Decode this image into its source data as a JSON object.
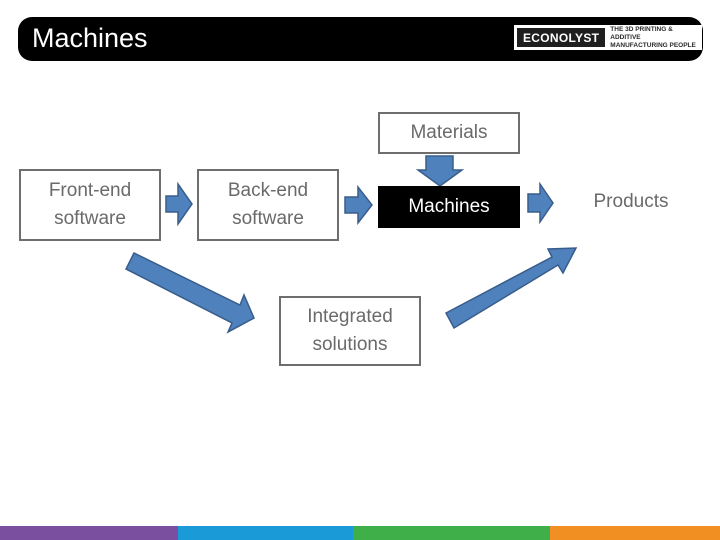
{
  "header": {
    "title": "Machines",
    "logo_word": "ECONOLYST",
    "logo_tagline_1": "THE 3D PRINTING & ADDITIVE",
    "logo_tagline_2": "MANUFACTURING PEOPLE"
  },
  "diagram": {
    "materials": "Materials",
    "front_end": "Front-end\nsoftware",
    "back_end": "Back-end\nsoftware",
    "machines": "Machines",
    "products": "Products",
    "integrated": "Integrated\nsolutions"
  },
  "colors": {
    "arrow_fill": "#4f81bd",
    "arrow_stroke": "#385d8a",
    "footer": [
      "#7b4fa0",
      "#1a9ad6",
      "#3faf49",
      "#f18f22"
    ]
  }
}
